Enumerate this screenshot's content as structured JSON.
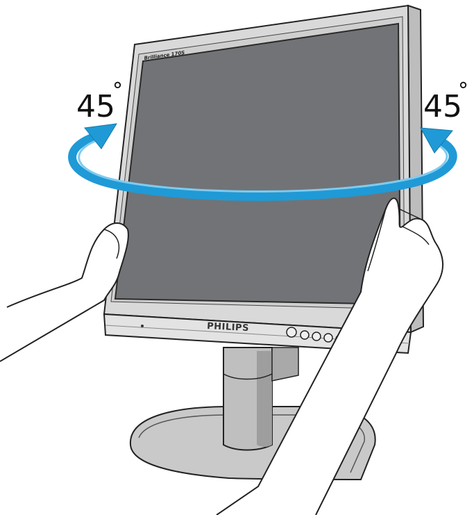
{
  "rotation": {
    "left_angle": "45",
    "right_angle": "45",
    "degree_symbol": "°"
  },
  "monitor": {
    "brand_logo": "PHILIPS",
    "series_badge": "Brilliance 170S"
  },
  "colors": {
    "arrow": "#1f9ad6",
    "screen": "#727376",
    "bezel": "#d6d6d6",
    "stand": "#b7b7b7",
    "outline": "#222222"
  },
  "icons": [
    "rotation-arrow-icon",
    "power-button-icon",
    "control-button-icon"
  ]
}
